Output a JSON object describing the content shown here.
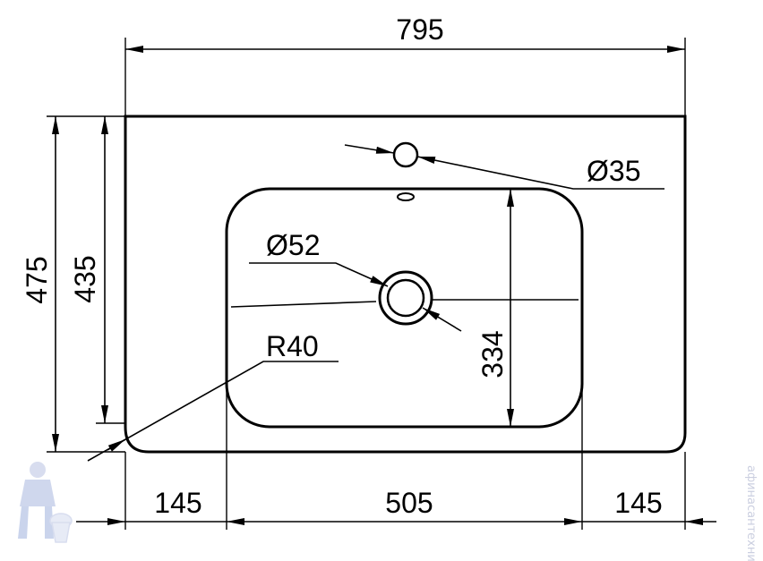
{
  "drawing": {
    "dimensions": {
      "overall_width": "795",
      "overall_depth": "475",
      "inner_depth": "435",
      "basin_depth": "334",
      "left_offset": "145",
      "basin_width": "505",
      "right_offset": "145",
      "tap_hole": "Ø35",
      "drain_hole": "Ø52",
      "corner_radius": "R40"
    },
    "watermark": {
      "text": "афинасантехника",
      "icon": "plumber-mascot-icon"
    },
    "colors": {
      "line": "#000000",
      "watermark": "#cbcfe0"
    }
  }
}
